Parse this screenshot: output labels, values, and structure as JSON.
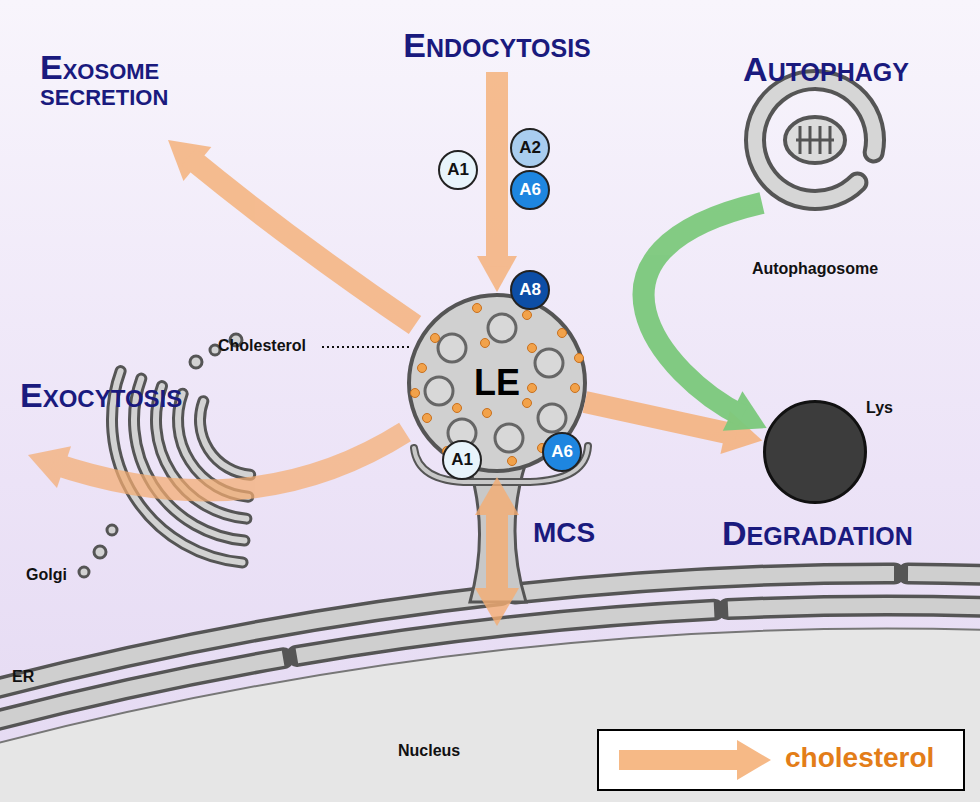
{
  "diagram": {
    "nodes": [
      {
        "text": [
          "A1"
        ]
      },
      {
        "text": [
          "A2"
        ]
      },
      {
        "text": [
          "A6"
        ]
      },
      {
        "text": [
          "Autophagosome"
        ]
      },
      {
        "text": [
          "A8"
        ]
      },
      {
        "text": [
          "LE"
        ]
      },
      {
        "text": [
          "Lys"
        ]
      },
      {
        "text": [
          "A1"
        ]
      },
      {
        "text": [
          "A6"
        ]
      },
      {
        "text": [
          "Golgi"
        ]
      },
      {
        "text": [
          "ER"
        ]
      },
      {
        "text": [
          "Nucleus"
        ]
      }
    ],
    "edges": [
      {
        "from": 5,
        "to": 6,
        "arrow": "to"
      },
      {
        "from": 3,
        "to": 6,
        "arrow": "to"
      },
      {
        "from": 5,
        "to": 10,
        "arrow": "both",
        "label": "MCS"
      }
    ],
    "labels": [
      "ENDOCYTOSIS",
      "EXOSOME SECRETION",
      "AUTOPHAGY",
      "Cholesterol",
      "EXOCYTOSIS",
      "DEGRADATION"
    ],
    "legend": [
      {
        "text": "cholesterol"
      }
    ]
  }
}
